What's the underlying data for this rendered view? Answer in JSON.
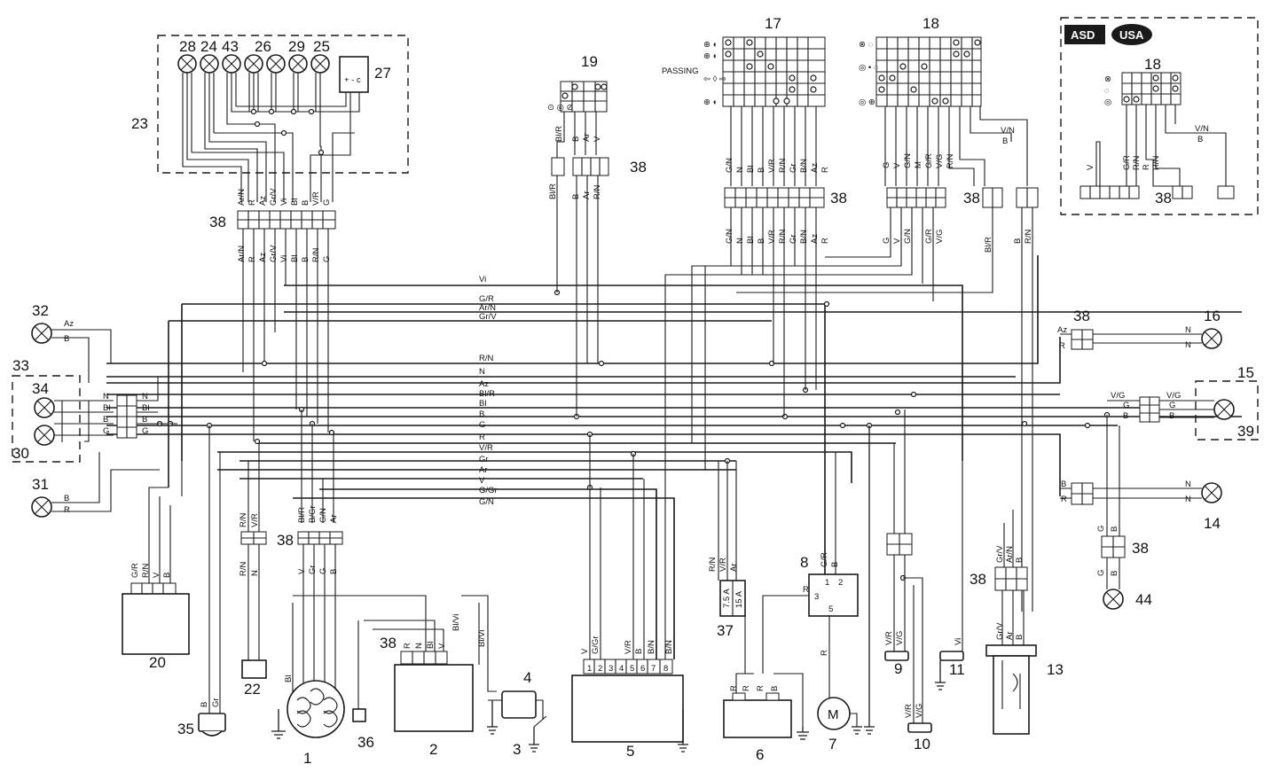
{
  "badges": {
    "asd": "ASD",
    "usa": "USA"
  },
  "switch_labels": {
    "passing": "PASSING"
  },
  "component_numbers": {
    "n1": "1",
    "n2": "2",
    "n3": "3",
    "n4": "4",
    "n5": "5",
    "n6": "6",
    "n7": "7",
    "n8": "8",
    "n9": "9",
    "n10": "10",
    "n11": "11",
    "n13": "13",
    "n14": "14",
    "n15": "15",
    "n16": "16",
    "n17": "17",
    "n18": "18",
    "n18b": "18",
    "n19": "19",
    "n20": "20",
    "n22": "22",
    "n23": "23",
    "n24": "24",
    "n25": "25",
    "n26": "26",
    "n27": "27",
    "n28": "28",
    "n29": "29",
    "n30": "30",
    "n31": "31",
    "n32": "32",
    "n33": "33",
    "n34": "34",
    "n35": "35",
    "n36": "36",
    "n37": "37",
    "n38a": "38",
    "n38b": "38",
    "n38c": "38",
    "n38d": "38",
    "n38e": "38",
    "n38f": "38",
    "n38g": "38",
    "n38h": "38",
    "n38i": "38",
    "n38j": "38",
    "n39": "39",
    "n43": "43",
    "n44": "44"
  },
  "bus_wire_labels": [
    "Vi",
    "G/R",
    "Ar/N",
    "Gr/V",
    "R/N",
    "N",
    "Az",
    "Bl/R",
    "Bl",
    "B",
    "G",
    "R",
    "V/R",
    "Gr",
    "Ar",
    "V",
    "G/Gr",
    "G/N"
  ],
  "dash_wire_labels": {
    "top": [
      "Ar/N",
      "R",
      "Az",
      "Gr/V",
      "Vi",
      "Bl",
      "B",
      "V/R",
      "G"
    ],
    "bottom": [
      "Ar/N",
      "R",
      "Az",
      "Gr/V",
      "Vi",
      "Bl",
      "B",
      "R/N",
      "G"
    ]
  },
  "sw17_wire_labels": {
    "top": [
      "G/N",
      "N",
      "Bl",
      "B",
      "V/R",
      "R/N",
      "Gr",
      "B/N",
      "Az",
      "R"
    ],
    "bottom": [
      "G/N",
      "N",
      "Bl",
      "B",
      "V/R",
      "R/N",
      "Gr",
      "B/N",
      "Az",
      "R"
    ]
  },
  "sw18_wire_labels": {
    "top": [
      "G",
      "V",
      "G/N",
      "M",
      "G/R",
      "V/G",
      "R/N"
    ],
    "bottom": [
      "G",
      "V",
      "G/N",
      "G/R",
      "V/G"
    ],
    "side": [
      "Bl/R",
      "B",
      "R/N",
      "V/N",
      "B"
    ]
  },
  "sw19_wire_labels": {
    "top": [
      "Bl/R",
      "B",
      "Ar",
      "V"
    ],
    "bottom": [
      "Bl/R",
      "B",
      "Ar",
      "R/N"
    ]
  },
  "inset_wire_labels": [
    "V",
    "G/R",
    "R/N",
    "R",
    "R/N",
    "V/N",
    "B"
  ],
  "left_lamp_labels": {
    "l32": [
      "Az",
      "B"
    ],
    "l33": [
      "N",
      "Bl",
      "B",
      "G"
    ],
    "l33r": [
      "N",
      "Bl",
      "B",
      "G"
    ],
    "l31": [
      "B",
      "R"
    ]
  },
  "right_lamp_labels": {
    "l16": [
      "Az",
      "R",
      "N",
      "N"
    ],
    "l15": [
      "V/G",
      "G",
      "B",
      "V/G",
      "G",
      "B"
    ],
    "l14": [
      "B",
      "R",
      "N",
      "N"
    ],
    "l44": [
      "G",
      "B",
      "G",
      "B"
    ]
  },
  "bottom_labels": {
    "c20": [
      "G/R",
      "R/N",
      "V",
      "B"
    ],
    "c22": [
      "R/N",
      "V/R",
      "R/N",
      "N"
    ],
    "c1": [
      "Bl/R",
      "B/Gr",
      "G/N",
      "Ar",
      "V",
      "Gr",
      "G",
      "B",
      "Bl"
    ],
    "c35": [
      "B",
      "Gr"
    ],
    "c2": [
      "R",
      "N",
      "Bl",
      "V",
      "Bl/Vi",
      "Bl/Vi"
    ],
    "c5": [
      "V",
      "G/Gr",
      "V/R",
      "B",
      "B/N",
      "B/N"
    ],
    "c5pins": [
      "1",
      "2",
      "3",
      "4",
      "5",
      "6",
      "7",
      "8"
    ],
    "c37": [
      "R/N",
      "V/R",
      "Ar",
      "7.5 A",
      "15 A"
    ],
    "c8": [
      "G/R",
      "B",
      "1",
      "2",
      "3",
      "5",
      "R",
      "R"
    ],
    "c6": [
      "R",
      "R",
      "R",
      "B"
    ],
    "c9": [
      "V/R",
      "V/G"
    ],
    "c10": [
      "V/R",
      "V/G"
    ],
    "c11": [
      "Vi"
    ],
    "c13": [
      "Gr/V",
      "Ar/N",
      "B",
      "Gr/V",
      "Ar",
      "B"
    ],
    "motor": "M"
  }
}
